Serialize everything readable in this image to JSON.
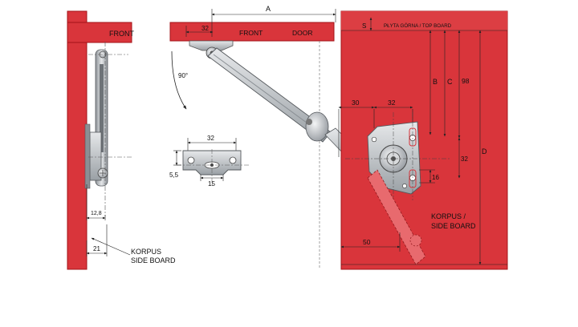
{
  "colors": {
    "board": "#d9353b",
    "board_edge": "#a3141a",
    "board_light": "#e65a5e",
    "metal": "#c9ccd0",
    "metal_dark": "#6e7378",
    "dim_line": "#222222",
    "background": "#ffffff"
  },
  "left_view": {
    "front_label": "FRONT",
    "dim_12_8": "12,8",
    "dim_21": "21",
    "korpus_label": "KORPUS",
    "side_board_label": "SIDE BOARD"
  },
  "middle_view": {
    "dim_a": "A",
    "dim_32_top": "32",
    "front_label": "FRONT",
    "door_label": "DOOR",
    "angle_label": "90°"
  },
  "detail_view": {
    "dim_32": "32",
    "dim_5_5": "5,5",
    "dim_15": "15"
  },
  "right_view": {
    "top_board_label": "PŁYTA GÓRNA / TOP BOARD",
    "dim_s": "S",
    "dim_b": "B",
    "dim_c": "C",
    "dim_98": "98",
    "dim_d": "D",
    "dim_30": "30",
    "dim_32_h": "32",
    "dim_32_v": "32",
    "dim_16": "16",
    "dim_50": "50",
    "korpus_label": "KORPUS /",
    "side_board_label": "SIDE BOARD"
  }
}
